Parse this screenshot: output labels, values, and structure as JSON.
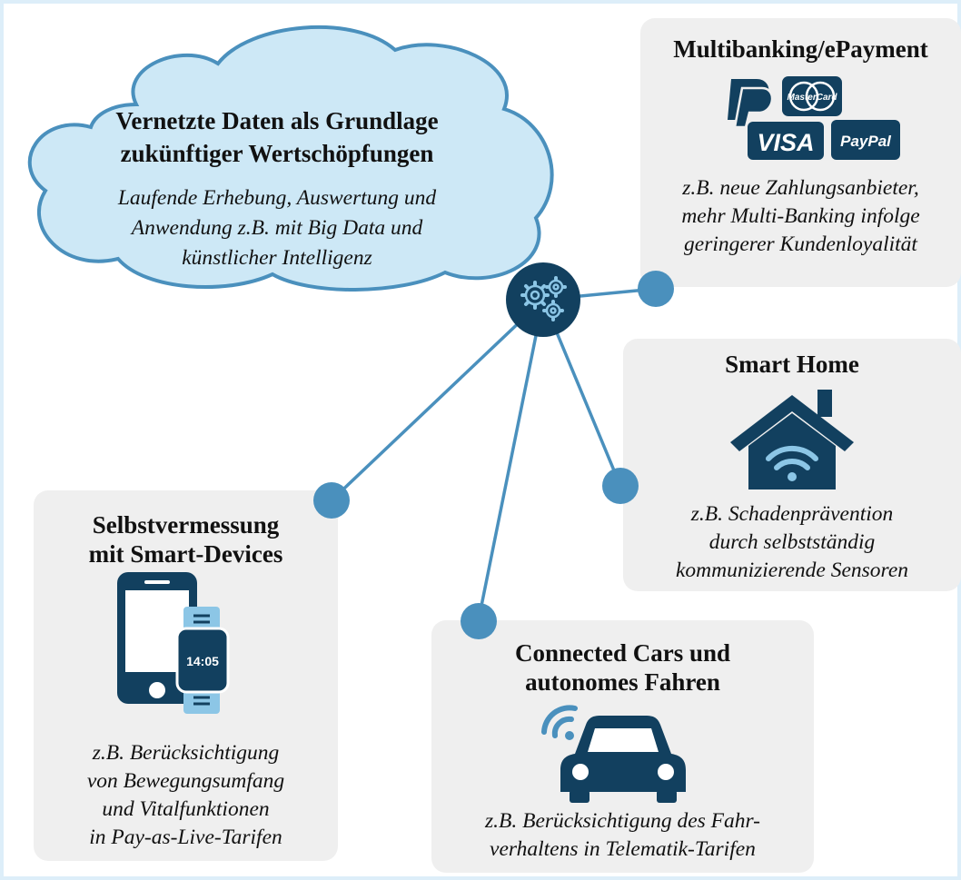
{
  "cloud": {
    "title": "Vernetzte Daten als Grundlage\nzukünftiger Wertschöpfungen",
    "description": "Laufende Erhebung, Auswertung und\nAnwendung z.B. mit Big Data und\nkünstlicher Intelligenz"
  },
  "hub": {
    "icon": "gears-icon"
  },
  "nodes": {
    "multibanking": {
      "title": "Multibanking/ePayment",
      "description": "z.B. neue Zahlungsanbieter,\nmehr Multi-Banking infolge\ngeringerer Kundenloyalität",
      "logos": {
        "mastercard": "MasterCard",
        "visa": "VISA",
        "paypal": "PayPal"
      }
    },
    "smart_home": {
      "title": "Smart Home",
      "description": "z.B. Schadenprävention\ndurch selbstständig\nkommunizierende Sensoren"
    },
    "selbstvermessung": {
      "title": "Selbstvermessung\nmit Smart-Devices",
      "description": "z.B. Berücksichtigung\nvon Bewegungsumfang\nund Vitalfunktionen\nin Pay-as-Live-Tarifen",
      "watch_time": "14:05"
    },
    "connected_cars": {
      "title": "Connected Cars und\nautonomes Fahren",
      "description": "z.B. Berücksichtigung des Fahr-\nverhaltens in Telematik-Tarifen"
    }
  },
  "colors": {
    "navy": "#12405f",
    "dot": "#4a90bd",
    "line": "#4a90bd",
    "cloud_fill": "#cde8f6",
    "cloud_stroke": "#4a90bd",
    "box": "#efefef",
    "frame": "#ddeef9"
  }
}
